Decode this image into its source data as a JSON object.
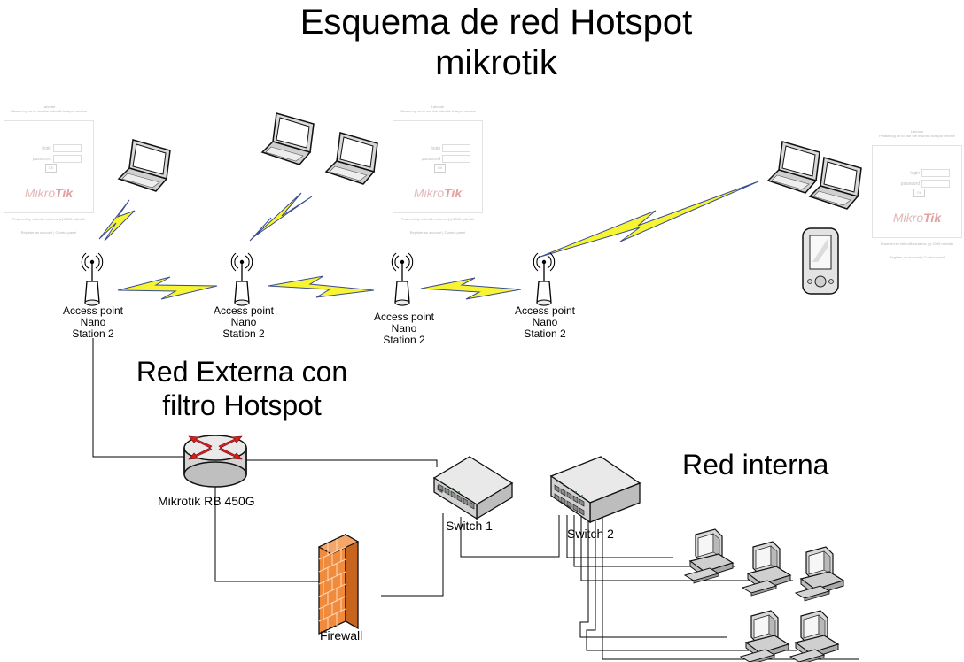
{
  "title": {
    "line1": "Esquema de red Hotspot",
    "line2": "mikrotik"
  },
  "sections": {
    "external": {
      "line1": "Red Externa con",
      "line2": "filtro Hotspot"
    },
    "internal": "Red interna"
  },
  "access_points": [
    {
      "line1": "Access point",
      "line2": "Nano",
      "line3": "Station 2"
    },
    {
      "line1": "Access point",
      "line2": "Nano",
      "line3": "Station 2"
    },
    {
      "line1": "Access point",
      "line2": "Nano",
      "line3": "Station 2"
    },
    {
      "line1": "Access point",
      "line2": "Nano",
      "line3": "Station 2"
    }
  ],
  "devices": {
    "router": "Mikrotik RB 450G",
    "switch1": "Switch 1",
    "switch2": "Switch 2",
    "firewall": "Firewall"
  },
  "login_panel": {
    "head1": "Labnote",
    "head2": "Please log on to use the mikrotik hotspot service",
    "login_label": "login",
    "password_label": "password",
    "ok_label": "OK",
    "brand_a": "Mikro",
    "brand_b": "Tik",
    "footer": "Powered by mikrotik routeros (c) 2005 mikrotik",
    "links": "Register an account | Control panel"
  },
  "colors": {
    "lightning": "#f7f533",
    "lightning_edge": "#3a4d8c",
    "router_arrows": "#d62020",
    "firewall": "#f08a3c",
    "wire": "#000000"
  }
}
